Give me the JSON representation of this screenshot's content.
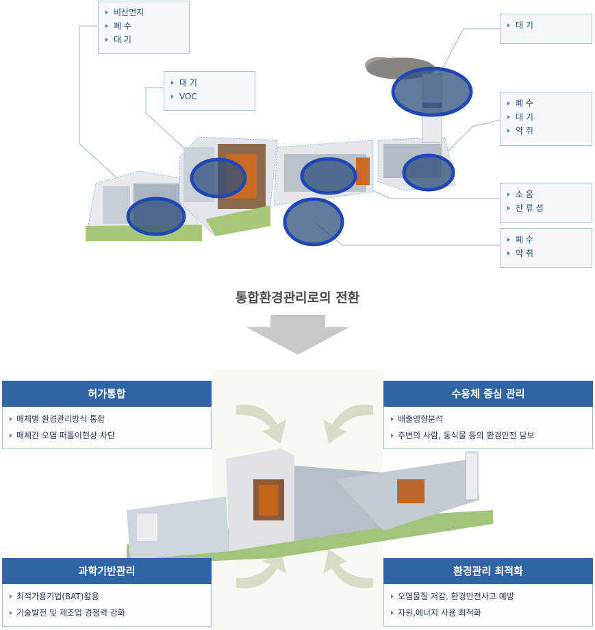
{
  "top_callouts": [
    {
      "id": "c1",
      "lines": [
        "비산먼지",
        "폐 수",
        "대 기"
      ]
    },
    {
      "id": "c2",
      "lines": [
        "대 기",
        "VOC"
      ]
    },
    {
      "id": "c3",
      "lines": [
        "대 기"
      ]
    },
    {
      "id": "c4",
      "lines": [
        "폐 수",
        "대 기",
        "악 취"
      ]
    },
    {
      "id": "c5",
      "lines": [
        "소 음",
        "잔 류 성"
      ]
    },
    {
      "id": "c6",
      "lines": [
        "폐 수",
        "악 취"
      ]
    }
  ],
  "transition_title": "통합환경관리로의 전환",
  "panels": {
    "top_left": {
      "title": "허가통합",
      "items": [
        "매체별 환경관리방식 통합",
        "매체간 오염 떠돌이현상 차단"
      ]
    },
    "top_right": {
      "title": "수용체 중심 관리",
      "items": [
        "배출영향분석",
        "주변의 사람, 동식물 등의 환경안전 담보"
      ]
    },
    "bottom_left": {
      "title": "과학기반관리",
      "items": [
        "최적가용기법(BAT)활용",
        "기술발전 및 제조업 경쟁력 강화"
      ]
    },
    "bottom_right": {
      "title": "환경관리 최적화",
      "items": [
        "오염물질 저감, 환경안전사고 예방",
        "자원,에너지 사용 최적화"
      ]
    }
  },
  "colors": {
    "accent": "#2f64a5",
    "ring": "#1f47b5",
    "arrow": "#c8c8c8"
  }
}
